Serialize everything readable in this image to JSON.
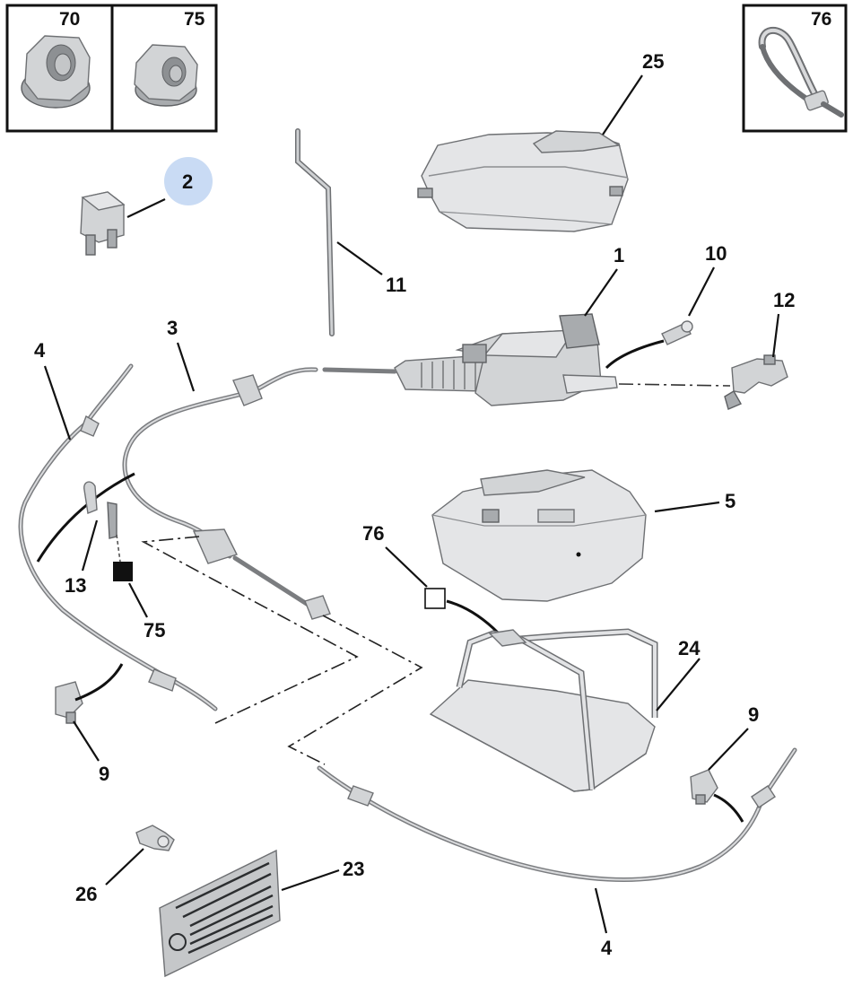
{
  "callouts": {
    "c70": "70",
    "c75_box": "75",
    "c76_box": "76",
    "c25": "25",
    "c2": "2",
    "c11": "11",
    "c1": "1",
    "c10": "10",
    "c12": "12",
    "c3": "3",
    "c4_top": "4",
    "c13": "13",
    "c75": "75",
    "c5": "5",
    "c76": "76",
    "c24": "24",
    "c9_left": "9",
    "c9_right": "9",
    "c26": "26",
    "c23": "23",
    "c4_bottom": "4"
  },
  "colors": {
    "highlight": "#c9dbf4",
    "part_fill": "#d2d4d6",
    "ink": "#111111"
  },
  "icons": {
    "nut_70": "flange-nut-icon",
    "nut_75": "hex-nut-icon",
    "tie_76": "cable-tie-icon"
  }
}
